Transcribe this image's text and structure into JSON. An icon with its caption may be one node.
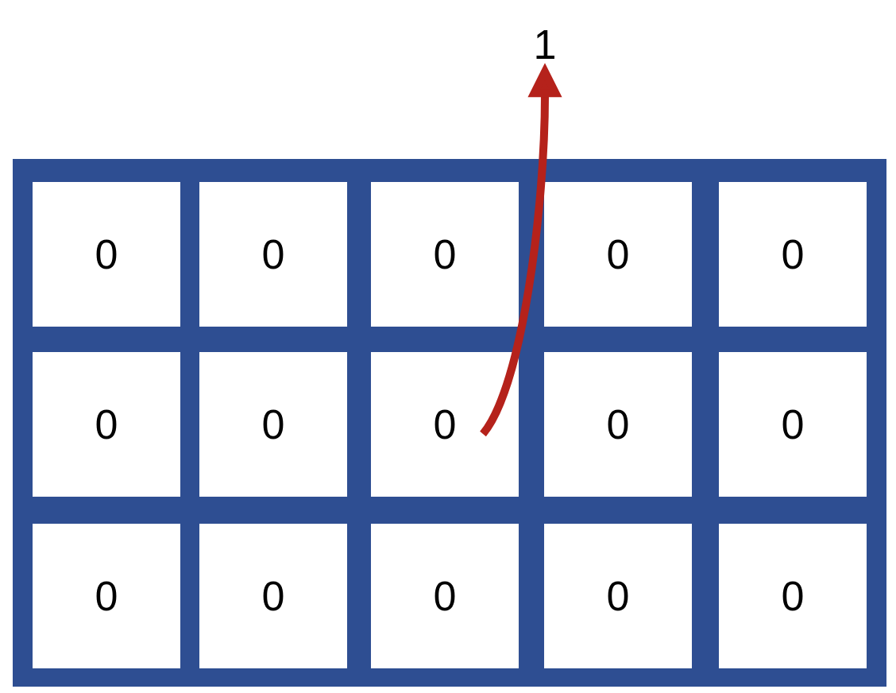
{
  "diagram": {
    "nodes": [
      {
        "text": [],
        "shape": "box"
      },
      {
        "text": [
          "0"
        ],
        "in": 0
      },
      {
        "text": [
          "0"
        ],
        "in": 0
      },
      {
        "text": [
          "0"
        ],
        "in": 0
      },
      {
        "text": [
          "0"
        ],
        "in": 0
      },
      {
        "text": [
          "0"
        ],
        "in": 0
      },
      {
        "text": [
          "0"
        ],
        "in": 0
      },
      {
        "text": [
          "0"
        ],
        "in": 0
      },
      {
        "text": [
          "0"
        ],
        "in": 0
      },
      {
        "text": [
          "0"
        ],
        "in": 0
      },
      {
        "text": [
          "0"
        ],
        "in": 0
      },
      {
        "text": [
          "0"
        ],
        "in": 0
      },
      {
        "text": [
          "0"
        ],
        "in": 0
      },
      {
        "text": [
          "0"
        ],
        "in": 0
      },
      {
        "text": [
          "0"
        ],
        "in": 0
      },
      {
        "text": [
          "0"
        ],
        "in": 0
      },
      {
        "text": [
          "1"
        ]
      }
    ],
    "edges": [
      {
        "from": 8,
        "to": 16,
        "arrow": "to",
        "color": "#b5221b"
      }
    ]
  }
}
